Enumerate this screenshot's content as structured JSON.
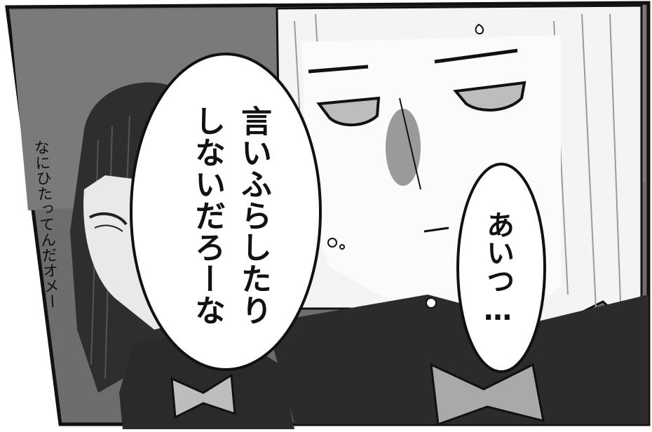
{
  "panel": {
    "speech_bubble_left": "言いふらしたり\nしないだろーな",
    "speech_bubble_right": "あいつ…",
    "side_mutter": "なにひたってんだオメー"
  }
}
